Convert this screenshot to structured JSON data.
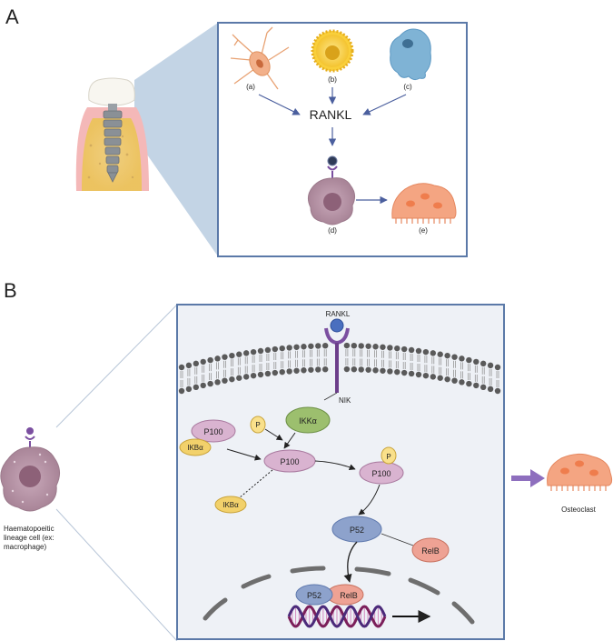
{
  "panel_a": {
    "label": "A",
    "cells": {
      "a": "(a)",
      "b": "(b)",
      "c": "(c)",
      "d": "(d)",
      "e": "(e)"
    },
    "center_label": "RANKL"
  },
  "panel_b": {
    "label": "B",
    "rankl": "RANKL",
    "nik": "NIK",
    "ikka": "IKKα",
    "p100_top": "P100",
    "ikba_top": "IKBα",
    "p_small_1": "P",
    "p100_mid": "P100",
    "p100_right": "P100",
    "p_small_2": "P",
    "ikba_released": "IKBα",
    "p52": "P52",
    "relb": "RelB",
    "nucleus_p52": "P52",
    "nucleus_relb": "RelB",
    "left_cell_caption": [
      "Haematopoeitic",
      "lineage cell (ex:",
      "macrophage)"
    ],
    "osteoclast_caption": "Osteoclast"
  },
  "colors": {
    "frame_blue": "#5b79a8",
    "panel_bg": "#eef1f6",
    "projection": "#b8cde0",
    "cell_purple": "#b896a8",
    "osteoclast_orange": "#f4a582",
    "p100_pink": "#d9b3d0",
    "ikka_green": "#9cbf6e",
    "ikba_yellow": "#f2d16b",
    "p52_blue": "#8da2cc",
    "relb_salmon": "#eea294",
    "arrow_purple": "#8e6fbe"
  }
}
